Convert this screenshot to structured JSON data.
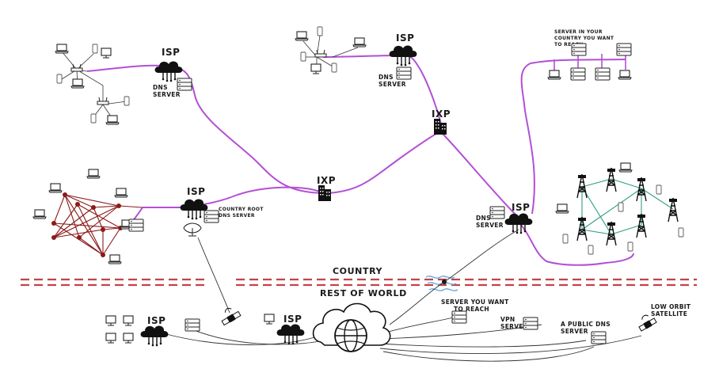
{
  "labels": {
    "isp": "ISP",
    "ixp": "IXP",
    "dns_server": [
      "DNS",
      "SERVER"
    ],
    "country_root_dns": [
      "COUNTRY ROOT",
      "DNS SERVER"
    ],
    "server_in_country": [
      "SERVER IN YOUR",
      "COUNTRY YOU WANT",
      "TO REACH"
    ],
    "country": "COUNTRY",
    "rest_of_world": "REST OF WORLD",
    "server_you_want": [
      "SERVER YOU WANT",
      "TO REACH"
    ],
    "vpn_server": [
      "VPN",
      "SERVER"
    ],
    "public_dns": [
      "A PUBLIC DNS",
      "SERVER"
    ],
    "low_orbit": [
      "LOW ORBIT",
      "SATELLITE"
    ]
  },
  "colors": {
    "backbone": "#b34fd6",
    "mesh": "#8b1a1a",
    "cell": "#2e9e86",
    "border": "#c0434a",
    "ink": "#1a1a1a"
  }
}
